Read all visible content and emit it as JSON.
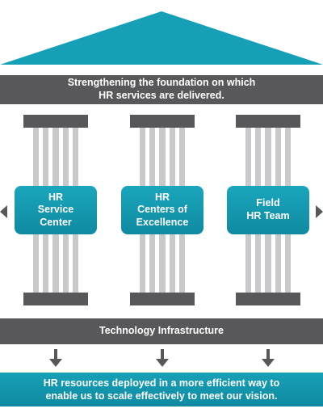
{
  "header": {
    "line1": "Strengthening the foundation on which",
    "line2": "HR services are delivered."
  },
  "pillars": [
    {
      "line1": "HR",
      "line2": "Service",
      "line3": "Center"
    },
    {
      "line1": "HR",
      "line2": "Centers of",
      "line3": "Excellence"
    },
    {
      "line1": "Field",
      "line2": "HR Team",
      "line3": ""
    }
  ],
  "infrastructure": {
    "label": "Technology Infrastructure"
  },
  "footer": {
    "line1": "HR resources deployed in a more efficient way to",
    "line2": "enable us to scale effectively to meet our vision."
  },
  "colors": {
    "teal": "#0f8aa1",
    "dark_gray": "#58585a",
    "pillar_gray": "#c9c9cb"
  }
}
